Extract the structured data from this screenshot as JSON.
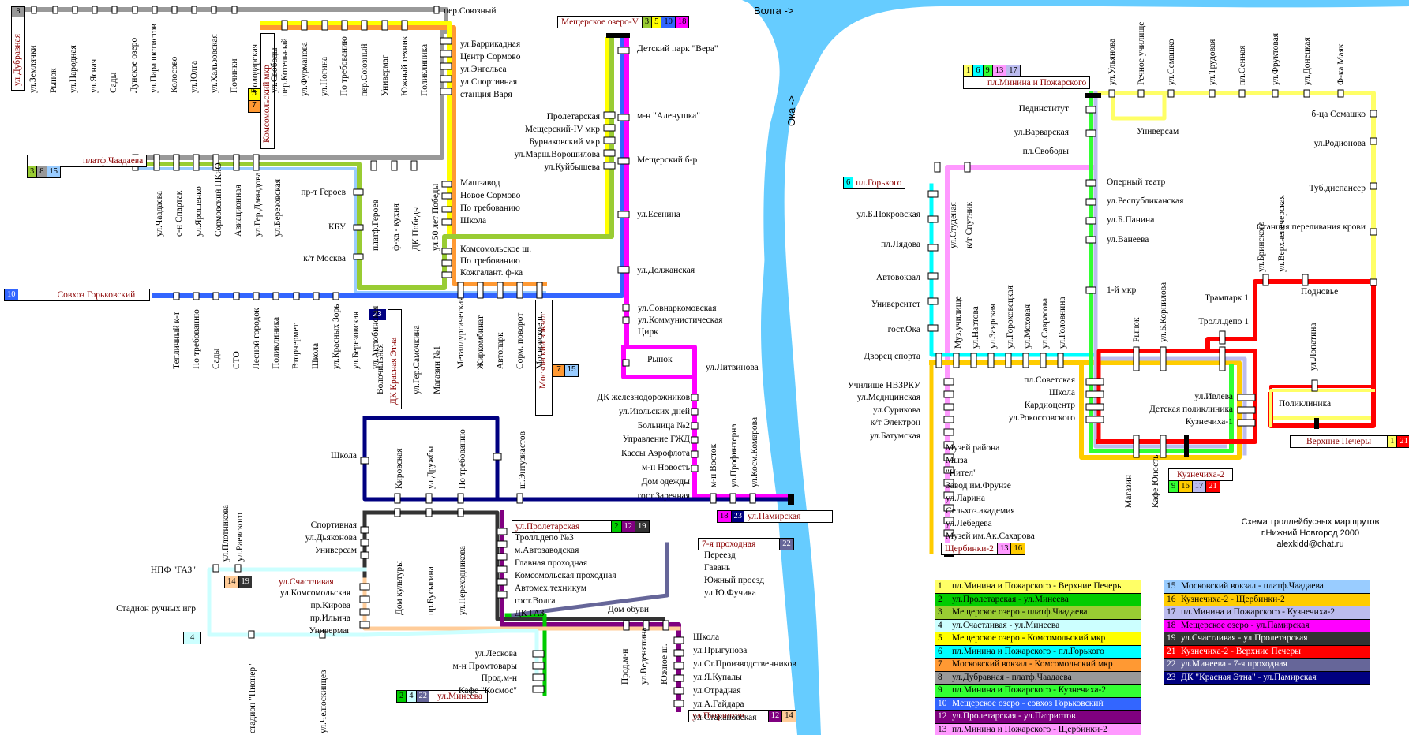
{
  "rivers": {
    "volga": "Волга ->",
    "oka": "Ока ->"
  },
  "route_colors": {
    "1": "#ffff66",
    "2": "#00cc00",
    "3": "#99cc33",
    "4": "#ccffff",
    "5": "#ffff00",
    "6": "#00ffff",
    "7": "#ff9933",
    "8": "#999999",
    "9": "#33ff33",
    "10": "#3366ff",
    "12": "#800080",
    "13": "#ff99ff",
    "14": "#ffcc99",
    "15": "#99ccff",
    "16": "#ffcc00",
    "17": "#bbbbee",
    "18": "#ff00ff",
    "19": "#333333",
    "21": "#ff0000",
    "22": "#666699",
    "23": "#000080"
  },
  "terminals": {
    "dubravnaya": {
      "name": "ул.Дубравная",
      "routes": [
        "8"
      ]
    },
    "chaadaeva": {
      "name": "платф.Чаадаева",
      "routes": [
        "3",
        "8",
        "15"
      ]
    },
    "komsomolsky": {
      "name": "Комсомольский мкр",
      "routes": [
        "5",
        "7"
      ]
    },
    "meschera": {
      "name": "Мещерское озеро-V",
      "routes": [
        "3",
        "5",
        "10",
        "18"
      ]
    },
    "sovkhoz": {
      "name": "Совхоз Горьковский",
      "routes": [
        "10"
      ]
    },
    "etna": {
      "name": "ДК Красная Этна",
      "routes": [
        "23"
      ]
    },
    "moskovsky": {
      "name": "Московский вокзал",
      "routes": [
        "7",
        "15"
      ]
    },
    "minina": {
      "name": "пл.Минина и Пожарского",
      "routes": [
        "1",
        "6",
        "9",
        "13",
        "17"
      ]
    },
    "gorkogo": {
      "name": "пл.Горького",
      "routes": [
        "6"
      ]
    },
    "scherbinki": {
      "name": "Щербинки-2",
      "routes": [
        "13",
        "16"
      ]
    },
    "kuznechikha2": {
      "name": "Кузнечиха-2",
      "routes": [
        "9",
        "16",
        "17",
        "21"
      ]
    },
    "verhnie": {
      "name": "Верхние Печеры",
      "routes": [
        "1",
        "21"
      ]
    },
    "pamirskaya": {
      "name": "ул.Памирская",
      "routes": [
        "18",
        "23"
      ]
    },
    "proletarskaya": {
      "name": "ул.Пролетарская",
      "routes": [
        "2",
        "12",
        "19"
      ]
    },
    "prohodnaya": {
      "name": "7-я проходная",
      "routes": [
        "22"
      ]
    },
    "schastlivaya": {
      "name": "ул.Счастливая",
      "routes": [
        "14",
        "19"
      ]
    },
    "mineeva": {
      "name": "ул.Минеева",
      "routes": [
        "2",
        "4",
        "22"
      ]
    },
    "patriotov": {
      "name": "ул.Патриотов",
      "routes": [
        "12",
        "14"
      ]
    },
    "route4": {
      "name": "",
      "routes": [
        "4"
      ]
    }
  },
  "stops": {
    "top_left_vertical": [
      "ул.Землячки",
      "Рынок",
      "ул.Народная",
      "ул.Ясная",
      "Сады",
      "Лунское озеро",
      "ул.Парашютистов",
      "Колосово",
      "ул.Юлга",
      "ул.Хальзовская",
      "Починки",
      "Володарская",
      "ул.Свободы"
    ],
    "soyuzny": "пер.Союзный",
    "sormovo_vertical": [
      "пер.Котельный",
      "ул.Фурманова",
      "ул.Ногина",
      "По требованию",
      "пер.Союзный",
      "Универмаг",
      "Южный техник",
      "Поликлиника"
    ],
    "sormovo_right": [
      "ул.Баррикадная",
      "Центр Сормово",
      "ул.Энгельса",
      "ул.Спортивная",
      "станция Варя"
    ],
    "meschera_right": [
      "Детский парк \"Вера\"",
      "м-н \"Аленушка\"",
      "Мещерский б-р",
      "ул.Есенина",
      "ул.Должанская"
    ],
    "meschera_left": [
      "Пролетарская",
      "Мещерский-IV мкр",
      "Бурнаковский мкр",
      "ул.Марш.Ворошилова",
      "ул.Куйбышева"
    ],
    "mashzavod": [
      "Машзавод",
      "Новое Сормово",
      "По требованию",
      "Школа"
    ],
    "komsomolskoe": [
      "Комсомольское ш.",
      "По требованию",
      "Кожгалант. ф-ка"
    ],
    "chaadaeva_below": [
      "ул.Чаадаева",
      "с-н Спартак",
      "ул.Ярошенко",
      "Сормовский ПКиО",
      "Авиационная",
      "ул.Гер.Давыдова",
      "ул.Березовская"
    ],
    "geroev": [
      "пр-т Героев",
      "КБУ",
      "к/т Москва"
    ],
    "gerоev_vertical": [
      "платф.Героев",
      "ф-ка - кухня",
      "ДК Победы",
      "ул.50 лет Победы"
    ],
    "sovkhoz_below": [
      "Тепличный к-т",
      "По требованию",
      "Сады",
      "СТО",
      "Лесной городок",
      "Поликлиника",
      "Вторчермет",
      "Школа",
      "ул.Красных Зорь",
      "ул.Березовская",
      "ул.Актюбинская"
    ],
    "etna_vertical": [
      "Волочильная",
      "ул.Гер.Самочкина",
      "Магазин №1"
    ],
    "central_vertical": [
      "Металлургическая",
      "Жиркомбинат",
      "Автопарк",
      "Сорм. поворот",
      "Московское ш."
    ],
    "sovnarkom": [
      "ул.Совнаркомовская",
      "ул.Коммунистическая",
      "Цирк"
    ],
    "rynok": "Рынок",
    "litvinova": "ул.Литвинова",
    "kanavino": [
      "ДК железнодорожников",
      "ул.Июльских дней",
      "Больница №2",
      "Управление ГЖД",
      "Кассы Аэрофлота",
      "м-н Новость",
      "Дом одежды",
      "гост.Заречная"
    ],
    "kanavino_vertical": [
      "м-н Восток",
      "ул.Профинтерна",
      "ул.Косм.Комарова"
    ],
    "etna_loop": [
      "Кировская",
      "ул.Дружбы",
      "По требованию",
      "ш.Энтузиастов"
    ],
    "shkola": "Школа",
    "avtozavod_left": [
      "Спортивная",
      "ул.Дьяконова",
      "Универсам"
    ],
    "avtozavod_vertical": [
      "Дом культуры",
      "пр.Бусыгина",
      "ул.Переходникова"
    ],
    "proletarskaya_list": [
      "Тролл.депо №3",
      "м.Автозаводская",
      "Главная проходная",
      "Комсомольская проходная",
      "Автомех.техникум",
      "гост.Волга",
      "ДК ГАЗ"
    ],
    "prohodnaya_list": [
      "Переезд",
      "Гавань",
      "Южный проезд",
      "ул.Ю.Фучика"
    ],
    "dom_obuvi": "Дом обуви",
    "gaz": [
      "НПФ \"ГАЗ\"",
      "Стадион ручных игр"
    ],
    "gaz_vertical": [
      "ул.Плотникова",
      "ул.Раевского"
    ],
    "schastlivaya_list": [
      "ул.Комсомольская",
      "пр.Кирова",
      "пр.Ильича",
      "Универмаг"
    ],
    "bottom_vertical": [
      "стадион \"Пионер\"",
      "ул.Челюскинцев"
    ],
    "mineeva_list": [
      "ул.Лескова",
      "м-н Промтовары",
      "Прод.м-н",
      "Кафе \"Космос\""
    ],
    "patriotov_vertical": [
      "Прод.м-н",
      "ул.Веденяпина",
      "Южное ш."
    ],
    "patriotov_list": [
      "Школа",
      "ул.Прыгунова",
      "ул.Ст.Производственников",
      "ул.Я.Купалы",
      "ул.Отрадная",
      "ул.А.Гайдара",
      "ул.Стахановская"
    ],
    "nagorny_top_vertical": [
      "ул.Ульянова",
      "Речное училище",
      "ул.Семашко",
      "ул.Трудовая",
      "пл.Сенная",
      "ул.Фруктовая",
      "ул.Донецкая",
      "Ф-ка Маяк"
    ],
    "nagorny_left": [
      "Пединститут",
      "ул.Варварская",
      "пл.Свободы"
    ],
    "universam": "Универсам",
    "nagorny_right": [
      "б-ца Семашко",
      "ул.Родионова",
      "Туб.диспансер",
      "Станция переливания крови"
    ],
    "nagorny_mid": [
      "Оперный театр",
      "ул.Республиканская",
      "ул.Б.Панина",
      "ул.Ванеева",
      "1-й мкр"
    ],
    "gorkogo_left": [
      "ул.Б.Покровская",
      "пл.Лядова",
      "Автовокзал",
      "Университет",
      "гост.Ока",
      "Дворец спорта"
    ],
    "gorkogo_vertical": [
      "ул.Студеная",
      "к/т Спутник"
    ],
    "gorkogo_bottom_vertical": [
      "Муз.училище",
      "ул.Нартова",
      "ул.Заярская",
      "ул.Гороховецкая",
      "ул.Моховая",
      "ул.Саврасова",
      "ул.Головнина"
    ],
    "scherbinki_left": [
      "Училище НВЗРКУ",
      "ул.Медицинская",
      "ул.Сурикова",
      "к/т Электрон",
      "ул.Батумская"
    ],
    "scherbinki_right": [
      "Музей района",
      "Мыза",
      "\"Нител\"",
      "Завод им.Фрунзе",
      "ул.Ларина",
      "Сельхоз.академия",
      "ул.Лебедева",
      "Музей им.Ак.Сахарова"
    ],
    "sovetskaya": [
      "пл.Советская",
      "Школа",
      "Кардиоцентр",
      "ул.Рокоссовского"
    ],
    "rynok2_vertical": [
      "Рынок",
      "ул.Б.Корнилова"
    ],
    "ivleva": [
      "ул.Ивлева",
      "Детская поликлиника",
      "Кузнечиха-1"
    ],
    "kuz_vertical": [
      "Магазин",
      "Кафе Юность"
    ],
    "pecherskie_vertical": [
      "ул.Бринского",
      "ул.Верхнепечерская"
    ],
    "tramparks": [
      "Трампарк 1",
      "Тролл.депо 1"
    ],
    "podnovye": "Подновье",
    "lopatina": "ул.Лопатина",
    "poliklinika": "Поликлиника"
  },
  "credits": [
    "Схема троллейбусных маршрутов",
    "г.Нижний Новгород 2000",
    "alexkidd@chat.ru"
  ],
  "legend": [
    {
      "num": "1",
      "text": "пл.Минина и Пожарского - Верхние Печеры",
      "color": "#ffff66"
    },
    {
      "num": "2",
      "text": "ул.Пролетарская - ул.Минеева",
      "color": "#00cc00"
    },
    {
      "num": "3",
      "text": "Мещерское озеро - платф.Чаадаева",
      "color": "#99cc33"
    },
    {
      "num": "4",
      "text": "ул.Счастливая - ул.Минеева",
      "color": "#ccffff"
    },
    {
      "num": "5",
      "text": "Мещерское озеро - Комсомольский мкр",
      "color": "#ffff00"
    },
    {
      "num": "6",
      "text": "пл.Минина и Пожарского - пл.Горького",
      "color": "#00ffff"
    },
    {
      "num": "7",
      "text": "Московский вокзал - Комсомольский мкр",
      "color": "#ff9933"
    },
    {
      "num": "8",
      "text": "ул.Дубравная - платф.Чаадаева",
      "color": "#999999"
    },
    {
      "num": "9",
      "text": "пл.Минина и Пожарского - Кузнечиха-2",
      "color": "#33ff33"
    },
    {
      "num": "10",
      "text": "Мещерское озеро - совхоз Горьковский",
      "color": "#3366ff"
    },
    {
      "num": "12",
      "text": "ул.Пролетарская - ул.Патриотов",
      "color": "#800080"
    },
    {
      "num": "13",
      "text": "пл.Минина и Пожарского - Щербинки-2",
      "color": "#ff99ff"
    },
    {
      "num": "14",
      "text": "ул.Счастливая - ул.Патриотов",
      "color": "#ffcc99"
    },
    {
      "num": "15",
      "text": "Московский вокзал - платф.Чаадаева",
      "color": "#99ccff"
    },
    {
      "num": "16",
      "text": "Кузнечиха-2 - Щербинки-2",
      "color": "#ffcc00"
    },
    {
      "num": "17",
      "text": "пл.Минина и Пожарского - Кузнечиха-2",
      "color": "#bbbbee"
    },
    {
      "num": "18",
      "text": "Мещерское озеро - ул.Памирская",
      "color": "#ff00ff"
    },
    {
      "num": "19",
      "text": "ул.Счастливая - ул.Пролетарская",
      "color": "#333333"
    },
    {
      "num": "21",
      "text": "Кузнечиха-2 - Верхние Печеры",
      "color": "#ff0000"
    },
    {
      "num": "22",
      "text": "ул.Минеева - 7-я проходная",
      "color": "#666699"
    },
    {
      "num": "23",
      "text": "ДК \"Красная Этна\" - ул.Памирская",
      "color": "#000080"
    }
  ]
}
